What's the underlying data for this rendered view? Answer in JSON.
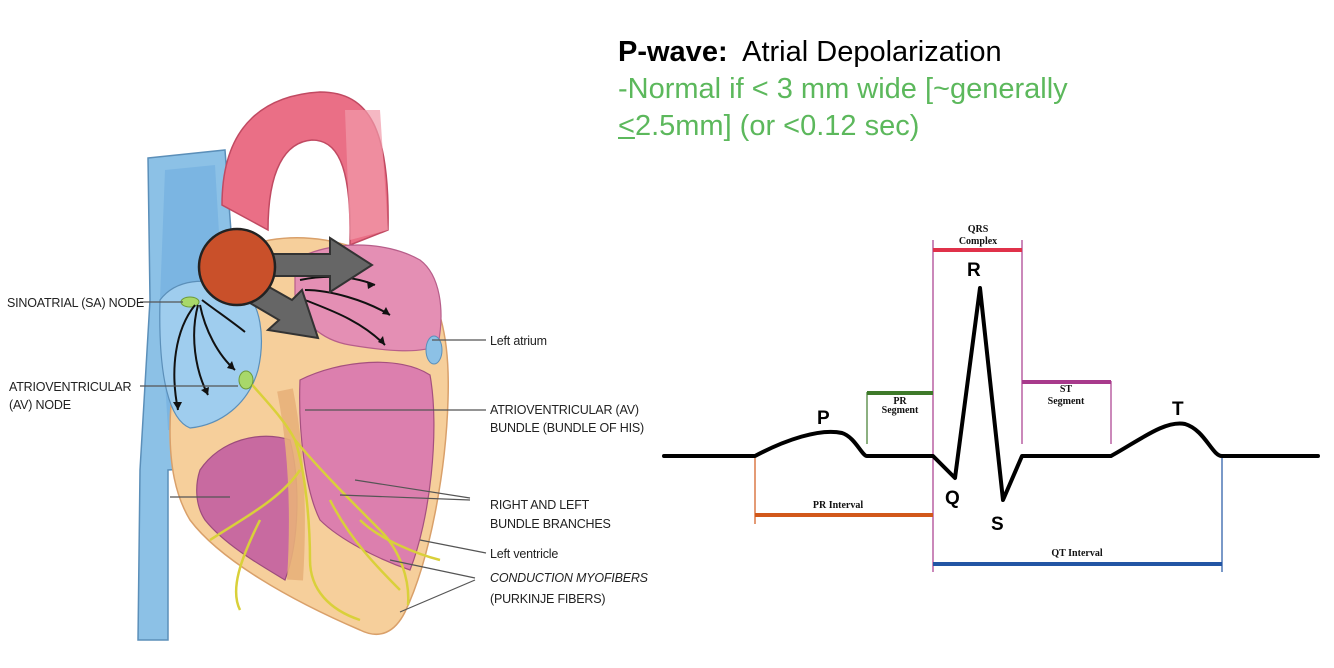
{
  "title": {
    "heading": "P-wave:",
    "subject": "Atrial Depolarization",
    "line2": "-Normal if < 3 mm wide [~generally",
    "line3_underlined": "<",
    "line3_rest": "2.5mm] (or <0.12 sec)"
  },
  "heart_labels": {
    "sa_node": "SINOATRIAL (SA) NODE",
    "av_node_1": "ATRIOVENTRICULAR",
    "av_node_2": "(AV) NODE",
    "left_atrium": "Left atrium",
    "av_bundle_1": "ATRIOVENTRICULAR (AV)",
    "av_bundle_2": "BUNDLE (BUNDLE OF HIS)",
    "bundle_branches_1": "RIGHT AND LEFT",
    "bundle_branches_2": "BUNDLE BRANCHES",
    "left_ventricle": "Left ventricle",
    "purkinje_1": "CONDUCTION MYOFIBERS",
    "purkinje_2": "(PURKINJE FIBERS)"
  },
  "ecg_labels": {
    "p": "P",
    "q": "Q",
    "r": "R",
    "s": "S",
    "t": "T",
    "qrs_1": "QRS",
    "qrs_2": "Complex",
    "pr_segment_1": "PR",
    "pr_segment_2": "Segment",
    "st_segment_1": "ST",
    "st_segment_2": "Segment",
    "pr_interval": "PR Interval",
    "qt_interval": "QT Interval"
  },
  "colors": {
    "green_text": "#5cb85c",
    "pr_interval": "#d2581a",
    "qt_interval": "#2255a4",
    "qrs_complex": "#e0314a",
    "pr_segment": "#3e7a2a",
    "st_segment": "#a83a8c",
    "sa_marker": "#c9502a"
  }
}
